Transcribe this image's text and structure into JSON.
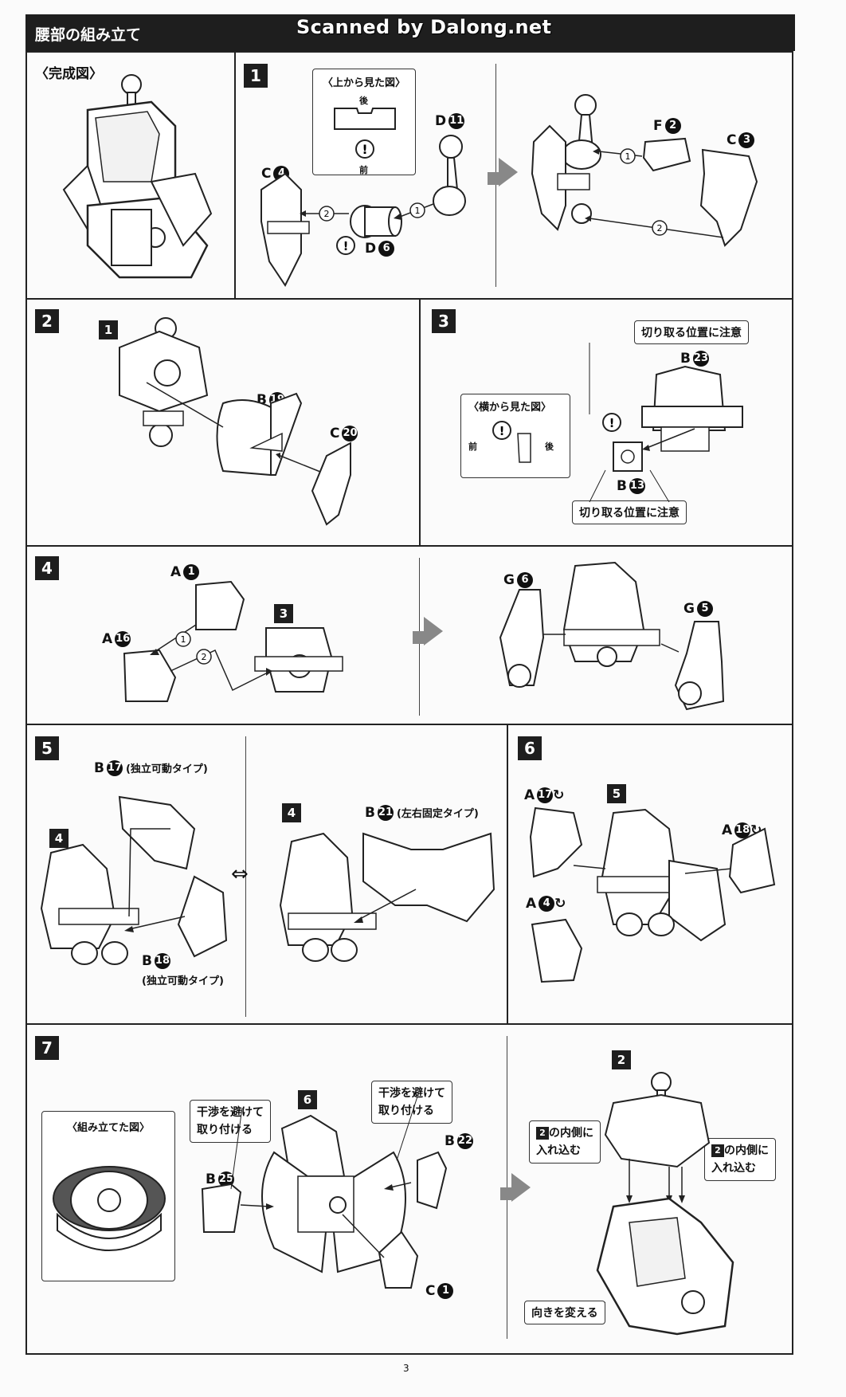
{
  "header": {
    "title": "腰部の組み立て",
    "scan_credit": "Scanned by Dalong.net"
  },
  "completed": {
    "label": "〈完成図〉"
  },
  "step1": {
    "num": "1",
    "topview_label": "〈上から見た図〉",
    "back": "後",
    "front": "前",
    "parts": {
      "c4": "C",
      "c4n": "4",
      "d11": "D",
      "d11n": "11",
      "d6": "D",
      "d6n": "6",
      "f2": "F",
      "f2n": "2",
      "c3": "C",
      "c3n": "3"
    },
    "order": [
      "1",
      "2"
    ]
  },
  "step2": {
    "num": "2",
    "sub": "1",
    "b19": "B",
    "b19n": "19",
    "c20": "C",
    "c20n": "20"
  },
  "step3": {
    "num": "3",
    "cut_note_top": "切り取る位置に注意",
    "cut_note_bottom": "切り取る位置に注意",
    "sideview_label": "〈横から見た図〉",
    "front": "前",
    "back": "後",
    "b23": "B",
    "b23n": "23",
    "b13": "B",
    "b13n": "13"
  },
  "step4": {
    "num": "4",
    "sub": "3",
    "a1": "A",
    "a1n": "1",
    "a16": "A",
    "a16n": "16",
    "g6": "G",
    "g6n": "6",
    "g5": "G",
    "g5n": "5",
    "order": [
      "1",
      "2"
    ]
  },
  "step5": {
    "num": "5",
    "sub_left": "4",
    "sub_right": "4",
    "b17": "B",
    "b17n": "17",
    "b17_note": "(独立可動タイプ)",
    "b18": "B",
    "b18n": "18",
    "b18_note": "(独立可動タイプ)",
    "b21": "B",
    "b21n": "21",
    "b21_note": "(左右固定タイプ)"
  },
  "step6": {
    "num": "6",
    "sub": "5",
    "a17": "A",
    "a17n": "17",
    "a18": "A",
    "a18n": "18",
    "a4": "A",
    "a4n": "4"
  },
  "step7": {
    "num": "7",
    "assembled_label": "〈組み立てた図〉",
    "sub": "6",
    "avoid_left": [
      "干渉を避けて",
      "取り付ける"
    ],
    "avoid_right": [
      "干渉を避けて",
      "取り付ける"
    ],
    "b25": "B",
    "b25n": "25",
    "b22": "B",
    "b22n": "22",
    "c1": "C",
    "c1n": "1",
    "sub_right": "2",
    "tuck_left_badge": "2",
    "tuck_left": [
      "の内側に",
      "入れ込む"
    ],
    "tuck_right_badge": "2",
    "tuck_right": [
      "の内側に",
      "入れ込む"
    ],
    "rotate": "向きを変える"
  },
  "page": {
    "number": "3"
  }
}
